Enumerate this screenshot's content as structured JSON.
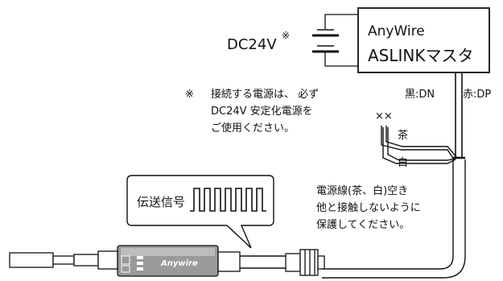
{
  "master_box": {
    "line1": "AnyWire",
    "line2": "ASLINKマスタ"
  },
  "power": {
    "label": "DC24V",
    "mark": "※"
  },
  "note": {
    "mark": "※",
    "line1": "接続する電源は、 必ず",
    "line2": "DC24V 安定化電源を",
    "line3": "ご使用ください。"
  },
  "wires": {
    "black_dn": "黒:DN",
    "red_dp": "赤:DP",
    "brown": "茶",
    "white": "白",
    "cut_mark": "××"
  },
  "caution": {
    "line1": "電源線(茶、白)空き",
    "line2": "他と接触しないように",
    "line3": "保護してください。"
  },
  "callout": {
    "label": "伝送信号"
  },
  "device": {
    "brand": "Anywire"
  }
}
